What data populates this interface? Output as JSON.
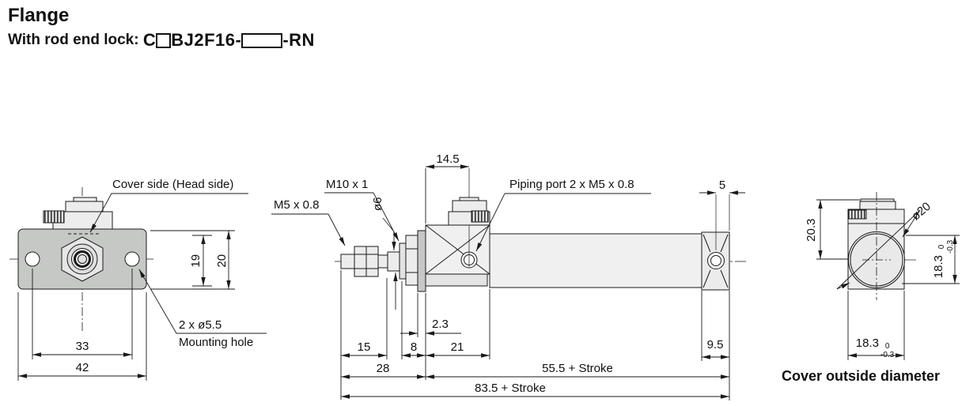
{
  "header": {
    "title": "Flange",
    "subtitle_prefix": "With rod end lock: ",
    "code_c": "C",
    "code_mid": "BJ2F16-",
    "code_suffix": "-RN"
  },
  "left_view": {
    "cover_side_label": "Cover side (Head side)",
    "mounting_hole_count": "2 x ø5.5",
    "mounting_hole_label": "Mounting hole",
    "dim_19": "19",
    "dim_20": "20",
    "dim_33": "33",
    "dim_42": "42"
  },
  "middle_view": {
    "rod_end_thread": "M5 x 0.8",
    "mounting_thread": "M10 x 1",
    "rod_diameter": "ø6",
    "piping_port": "Piping port 2 x M5 x 0.8",
    "dim_14_5": "14.5",
    "dim_2_3": "2.3",
    "dim_15": "15",
    "dim_8": "8",
    "dim_21": "21",
    "dim_28": "28",
    "dim_55_5": "55.5 + Stroke",
    "dim_83_5": "83.5 + Stroke",
    "dim_9_5": "9.5",
    "dim_5": "5"
  },
  "right_view": {
    "dim_20_3": "20.3",
    "cover_diameter": "ø20",
    "flat_vertical": {
      "value": "18.3",
      "tol_upper": "0",
      "tol_lower": "-0.3"
    },
    "flat_horizontal": {
      "value": "18.3",
      "tol_upper": "0",
      "tol_lower": "-0.3"
    },
    "caption": "Cover outside diameter"
  },
  "colors": {
    "line": "#1a1a1a",
    "flange_fill": "#c6c8c6",
    "part_fill": "#ededed",
    "background": "#ffffff"
  }
}
